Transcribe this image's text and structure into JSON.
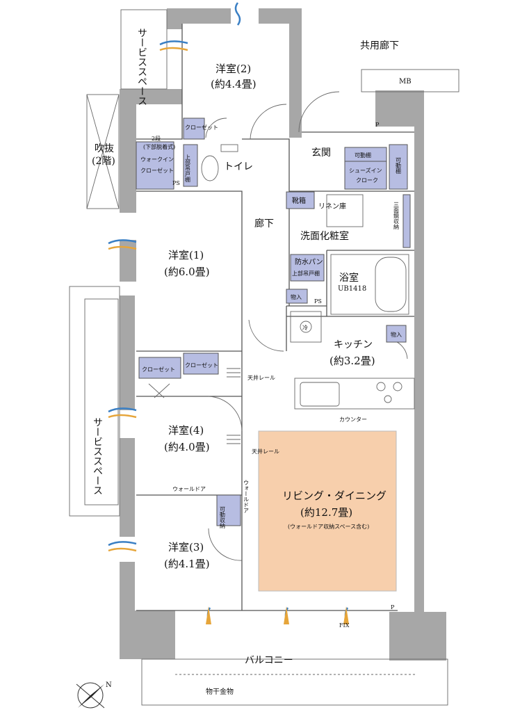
{
  "rooms": {
    "western2": {
      "name": "洋室(2)",
      "size": "(約4.4畳)"
    },
    "western1": {
      "name": "洋室(1)",
      "size": "(約6.0畳)"
    },
    "western4": {
      "name": "洋室(4)",
      "size": "(約4.0畳)"
    },
    "western3": {
      "name": "洋室(3)",
      "size": "(約4.1畳)"
    },
    "kitchen": {
      "name": "キッチン",
      "size": "(約3.2畳)"
    },
    "ldk": {
      "name": "リビング・ダイニング",
      "size": "(約12.7畳)",
      "note": "(ウォールドア収納スペース含む)"
    },
    "toilet": "トイレ",
    "hallway": "廊下",
    "entrance": "玄関",
    "washroom": "洗面化粧室",
    "bath": {
      "name": "浴室",
      "unit": "UB1418"
    }
  },
  "spaces": {
    "service_top": "サービススペース",
    "service_left": "サービススペース",
    "void": {
      "line1": "吹抜",
      "line2": "(2階)"
    },
    "common_corridor": "共用廊下",
    "balcony": "バルコニー",
    "laundry": "物干金物",
    "mb": "MB"
  },
  "storage": {
    "closet_top": "クローゼット",
    "walkin_line0": "2段",
    "walkin_line1": "(下部脱着式)",
    "walkin_line2": "ウォークイン",
    "walkin_line3": "クローゼット",
    "upper_shelf": "上部吊戸棚",
    "movable_shelf": "可動棚",
    "shoes_in_line1": "シューズイン",
    "shoes_in_line2": "クローク",
    "movable_shelf_v": "可動棚",
    "shoe_box": "靴箱",
    "linen": "リネン庫",
    "mirror": "三面鏡収納",
    "waterproof_line1": "防水パン",
    "waterproof_line2": "上部吊戸棚",
    "monoire1": "物入",
    "monoire2": "物入",
    "closet_w4_left": "クローゼット",
    "closet_w4_right": "クローゼット",
    "movable_storage": "可動収納"
  },
  "marks": {
    "ps1": "PS",
    "ps2": "PS",
    "p1": "P",
    "p2": "P",
    "fix": "FIX",
    "cold": "冷",
    "north": "N",
    "ceiling_rail1": "天井レール",
    "ceiling_rail2": "天井レール",
    "wall_door_h": "ウォールドア",
    "wall_door_v": "ウォールドア",
    "counter": "カウンター"
  },
  "colors": {
    "wall": "#a7a7a7",
    "storage": "#b7bde2",
    "ldk": "#f7cfac",
    "wind_blue": "#3a7fc4",
    "wind_gold": "#e6a53a"
  }
}
